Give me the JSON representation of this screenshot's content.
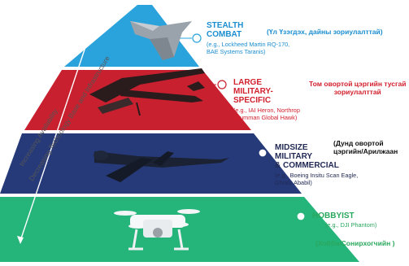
{
  "colors": {
    "tier1": "#2aa3dc",
    "tier2": "#c8202e",
    "tier3": "#263a7a",
    "tier4": "#25b47a",
    "tier1_text": "#1c8ed0",
    "tier2_text": "#d2212e",
    "tier3_text": "#222a55",
    "tier4_text": "#2aa85e"
  },
  "axis": {
    "line1": "Increasing Availability",
    "line2": "Decreasing Technology Base and Infrastructure"
  },
  "tiers": [
    {
      "title_line1": "STEALTH",
      "title_line2": "COMBAT",
      "mongolian": "(Үл Үзэгдэх, дайны зориулалттай)",
      "example_line1": "(e.g., Lockheed Martin RQ-170,",
      "example_line2": "BAE Systems Taranis)",
      "icon": "stealth-drone-icon"
    },
    {
      "title_line1": "LARGE",
      "title_line2": "MILITARY-",
      "title_line3": "SPECIFIC",
      "mongolian_line1": "Том овортой цэргийн тусгай",
      "mongolian_line2": "зориулалттай",
      "example_line1": "(e.g., IAI Heron, Northrop",
      "example_line2": "Grumman Global Hawk)",
      "icon": "heron-drone-icon"
    },
    {
      "title_line1": "MIDSIZE",
      "title_line2": "MILITARY",
      "title_line3": "& COMMERCIAL",
      "mongolian_line1": "(Дунд овортой",
      "mongolian_line2": "цэргийн/Арилжаан",
      "example_line1": "(e.g., Boeing Insitu Scan Eagle,",
      "example_line2": "Ghods Ababil)",
      "icon": "scan-eagle-drone-icon"
    },
    {
      "title_line1": "HOBBYIST",
      "example_line1": "(e.g., DJI Phantom)",
      "mongolian": "(Хобби/Сонирхогчийн )",
      "icon": "quadcopter-icon"
    }
  ]
}
